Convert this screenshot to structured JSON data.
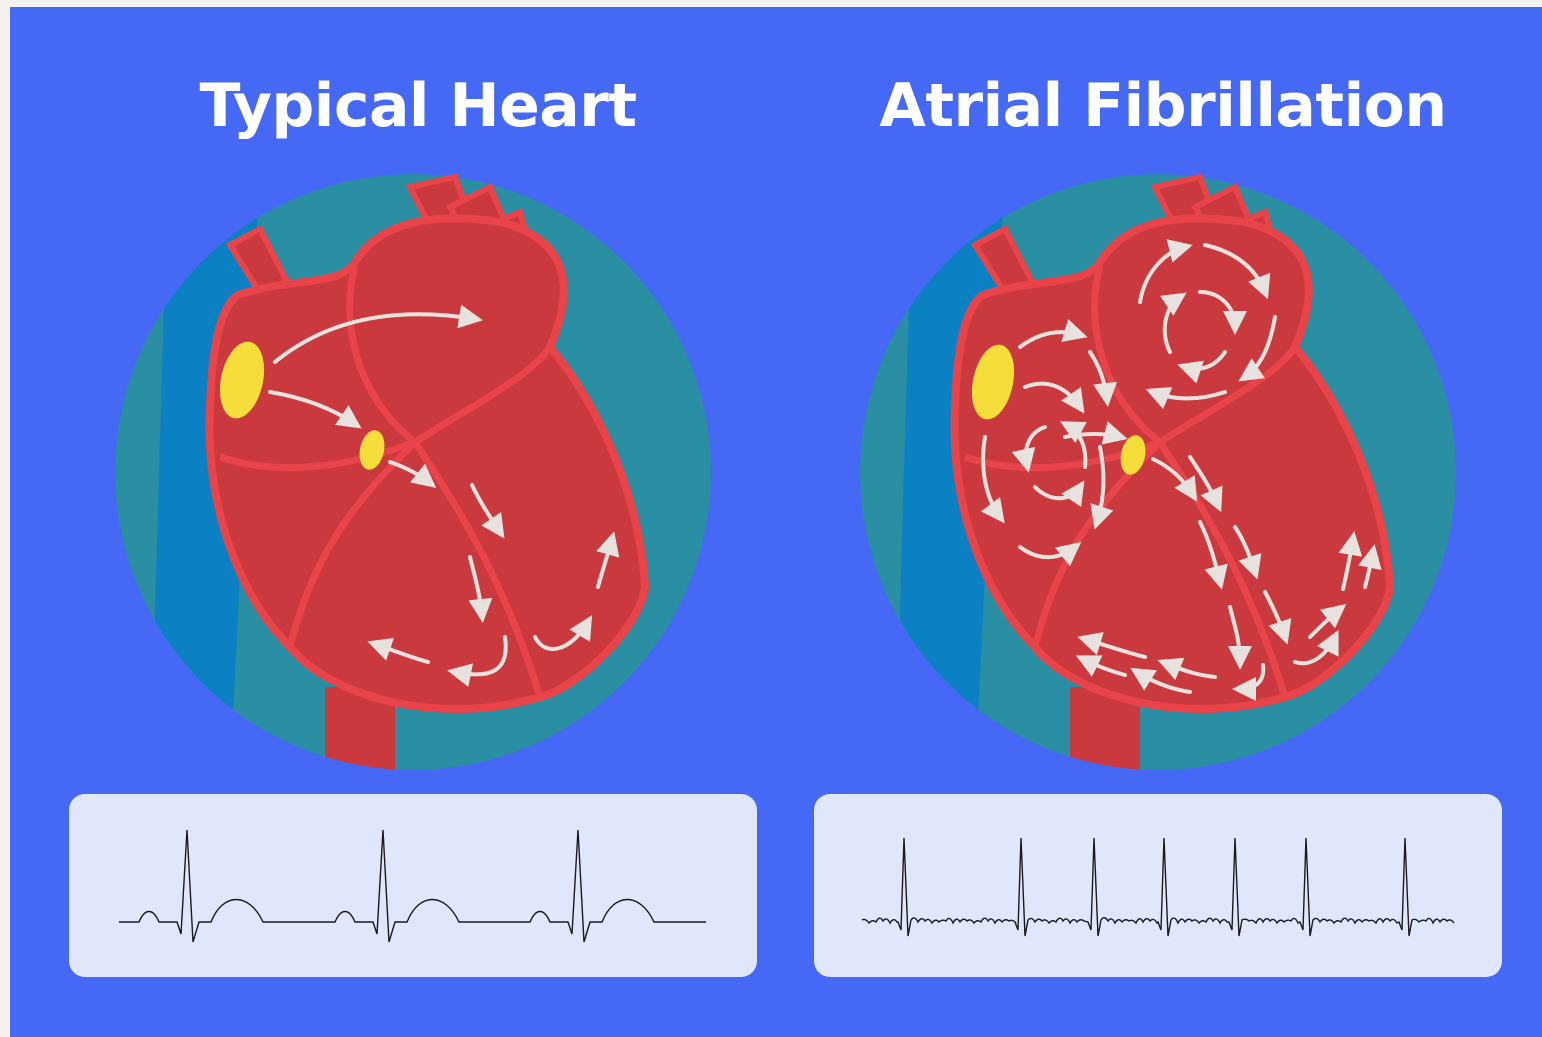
{
  "titles": {
    "left": "Typical Heart",
    "right": "Atrial Fibrillation"
  },
  "colors": {
    "background": "#4669f5",
    "circle": "#2a8fa3",
    "vessel_blue": "#0b80c3",
    "heart_fill": "#c9393d",
    "heart_outline": "#e84449",
    "node_yellow": "#f5de3a",
    "signal_arrow": "#e8e2de",
    "ecg_panel": "#e1e7fb",
    "ecg_trace": "#1a1a1a"
  },
  "ecg": {
    "left": {
      "rhythm": "regular",
      "beats": 3
    },
    "right": {
      "rhythm": "irregular",
      "beats": 7
    }
  }
}
